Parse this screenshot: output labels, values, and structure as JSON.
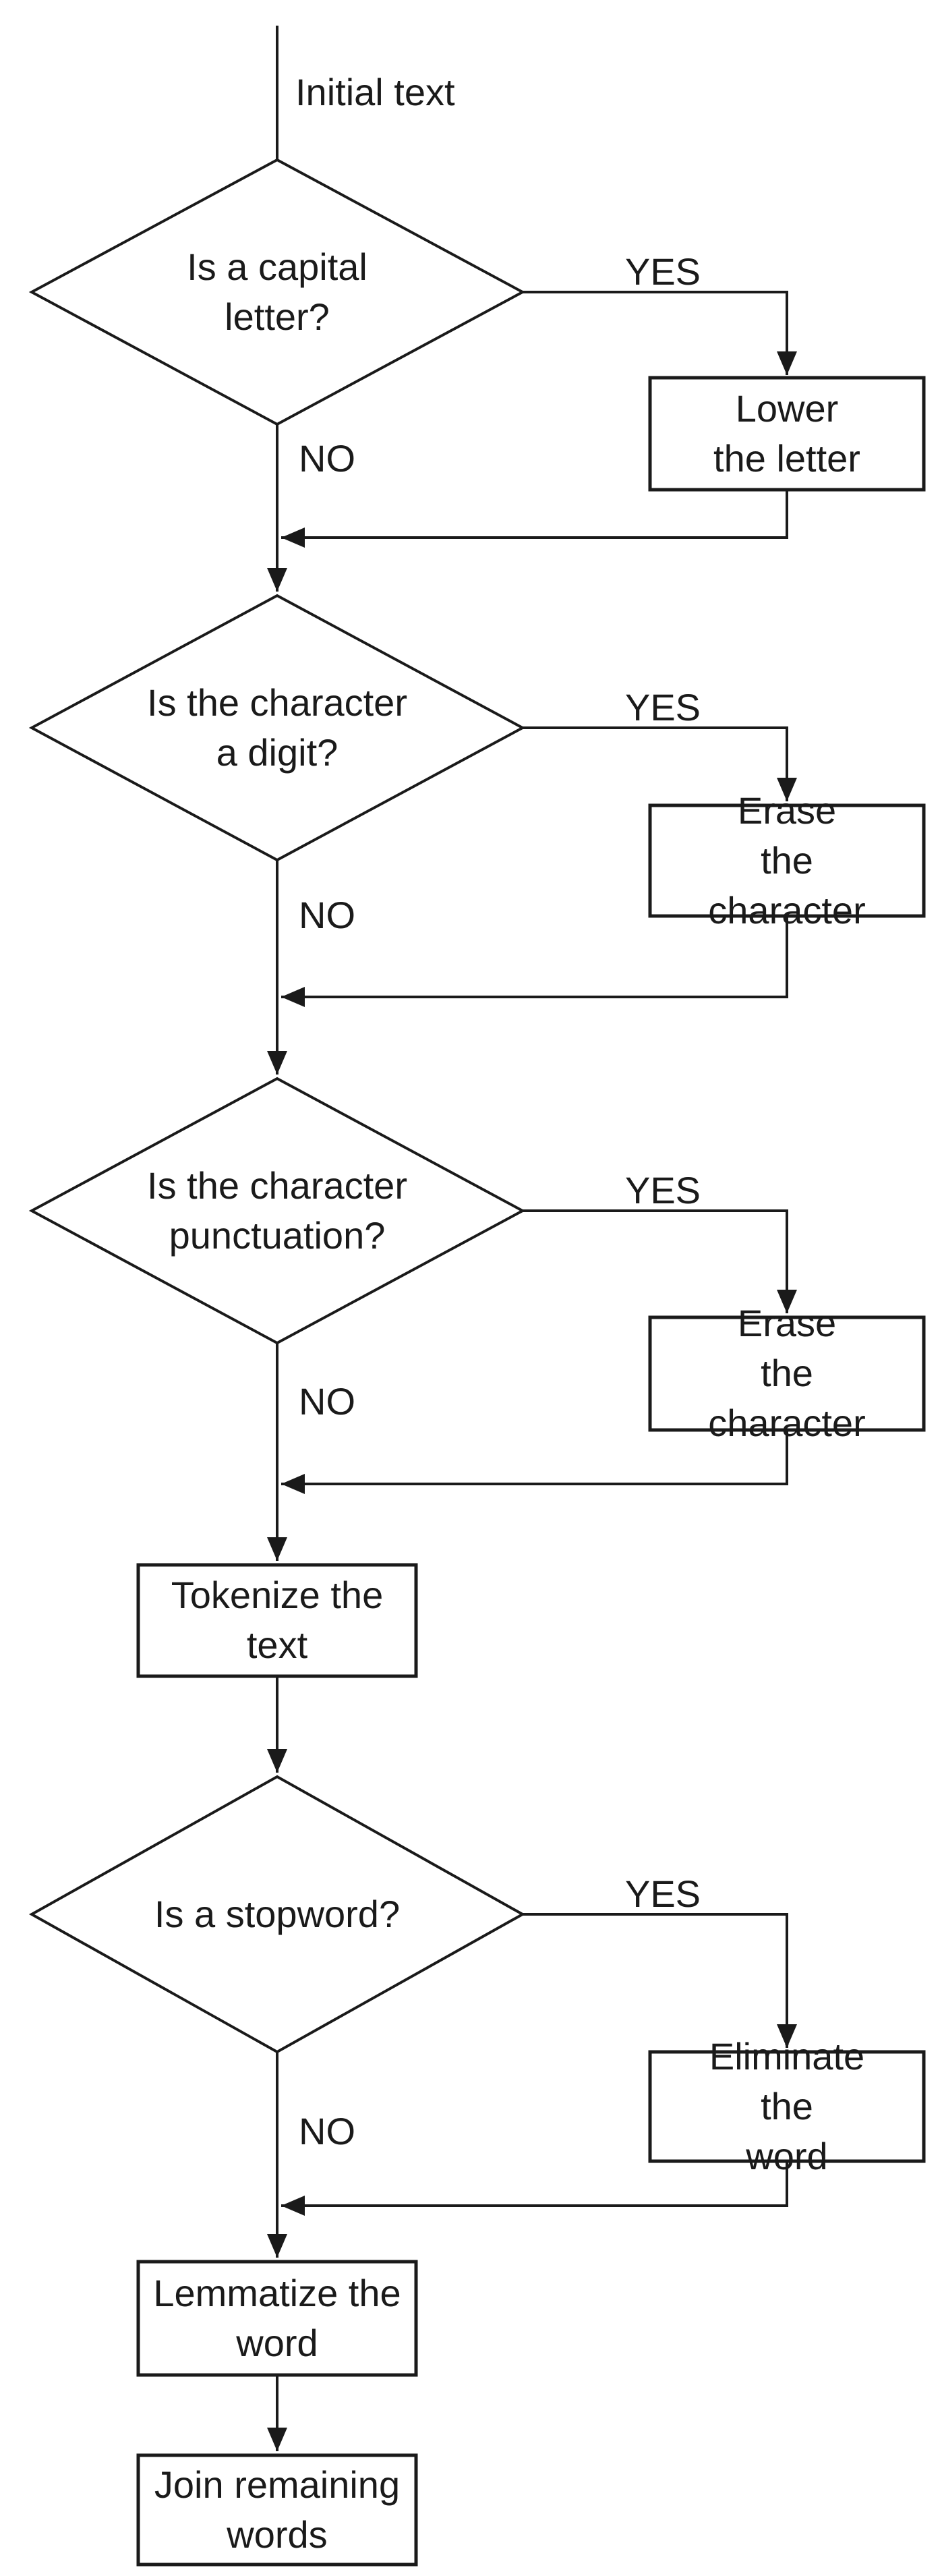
{
  "flowchart": {
    "start": {
      "label": "Initial text"
    },
    "decisions": {
      "capital": {
        "label": "Is a capital\nletter?",
        "yes_label": "YES",
        "no_label": "NO"
      },
      "digit": {
        "label": "Is the character\na digit?",
        "yes_label": "YES",
        "no_label": "NO"
      },
      "punctuation": {
        "label": "Is the character\npunctuation?",
        "yes_label": "YES",
        "no_label": "NO"
      },
      "stopword": {
        "label": "Is a stopword?",
        "yes_label": "YES",
        "no_label": "NO"
      }
    },
    "processes": {
      "lower": {
        "label": "Lower\nthe letter"
      },
      "erase_digit": {
        "label": "Erase\nthe character"
      },
      "erase_punctuation": {
        "label": "Erase\nthe character"
      },
      "tokenize": {
        "label": "Tokenize the\ntext"
      },
      "eliminate": {
        "label": "Eliminate the\nword"
      },
      "lemmatize": {
        "label": "Lemmatize the\nword"
      },
      "join": {
        "label": "Join remaining\nwords"
      }
    },
    "colors": {
      "stroke": "#1a1a1a",
      "text": "#1a1a1a",
      "background": "#ffffff"
    }
  }
}
